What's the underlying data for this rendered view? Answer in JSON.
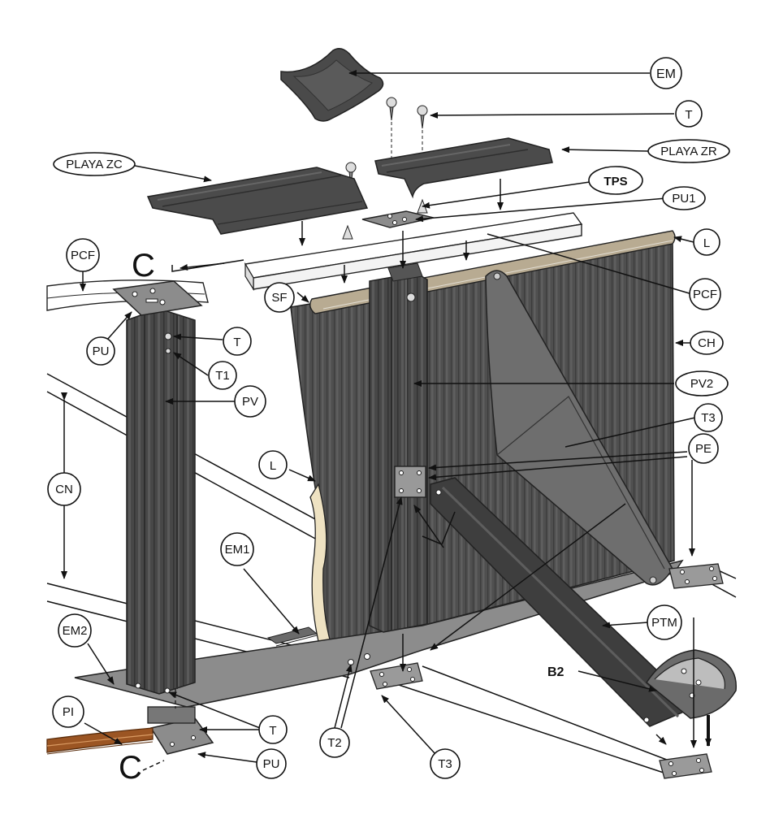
{
  "labels": {
    "EM": "EM",
    "T_top": "T",
    "PLAYA_ZR": "PLAYA ZR",
    "PLAYA_ZC": "PLAYA ZC",
    "TPS": "TPS",
    "PU1": "PU1",
    "L_top": "L",
    "PCF_left": "PCF",
    "C_top": "C",
    "SF": "SF",
    "PCF_right": "PCF",
    "PU_top": "PU",
    "T_mid": "T",
    "T1": "T1",
    "CH": "CH",
    "PV": "PV",
    "PV2": "PV2",
    "T3_right": "T3",
    "PE": "PE",
    "CN": "CN",
    "L_mid": "L",
    "EM1": "EM1",
    "PTM": "PTM",
    "EM2": "EM2",
    "B2": "B2",
    "PI": "PI",
    "T_bottom": "T",
    "T2": "T2",
    "T3_bottom": "T3",
    "PU_bottom": "PU",
    "C_bottom": "C"
  },
  "colors": {
    "panel": "#4f4f4f",
    "panel_dark": "#3a3a3a",
    "panel_rib": "#5d5d5d",
    "profile": "#444444",
    "plate": "#8c8c8c",
    "liner": "#eee2c2",
    "coping": "#b8ab92",
    "wood": "#9b5523",
    "outline": "#111111"
  }
}
